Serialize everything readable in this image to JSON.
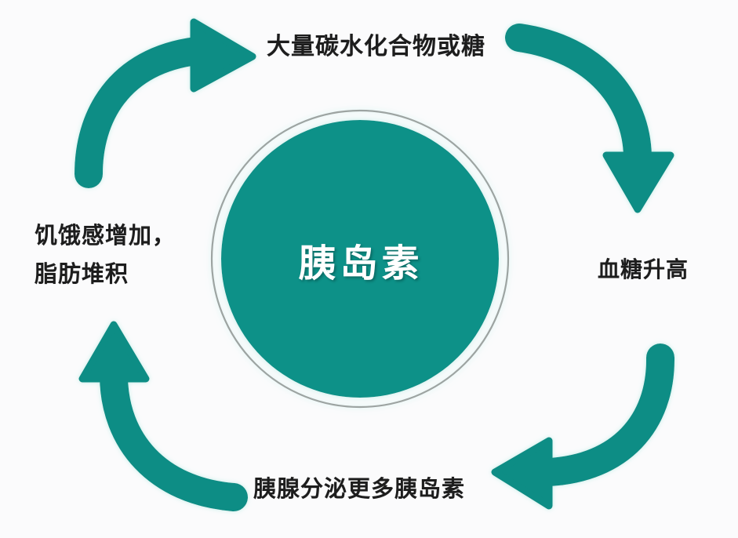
{
  "diagram": {
    "title_center": "胰岛素",
    "type": "cycle-diagram",
    "colors": {
      "background": "#fbfbfc",
      "teal_fill": "#0d8d85",
      "circle_fill": "#0b9188",
      "circle_ring": "#8e9392",
      "text_dark": "#1d1d1d",
      "text_light": "#ffffff",
      "arrow_glow": "#cdf2ee"
    },
    "center": {
      "label": "胰岛素"
    },
    "nodes": [
      {
        "id": "top",
        "label": "大量碳水化合物或糖"
      },
      {
        "id": "right",
        "label": "血糖升高"
      },
      {
        "id": "bottom",
        "label": "胰腺分泌更多胰岛素"
      },
      {
        "id": "left",
        "label": "饥饿感增加，\n脂肪堆积"
      }
    ],
    "arrows": [
      {
        "id": "top-left-arrow",
        "from": "left",
        "to": "top",
        "direction": "right"
      },
      {
        "id": "top-right-arrow",
        "from": "top",
        "to": "right",
        "direction": "down"
      },
      {
        "id": "bottom-right-arrow",
        "from": "right",
        "to": "bottom",
        "direction": "left"
      },
      {
        "id": "bottom-left-arrow",
        "from": "bottom",
        "to": "left",
        "direction": "up"
      }
    ]
  }
}
